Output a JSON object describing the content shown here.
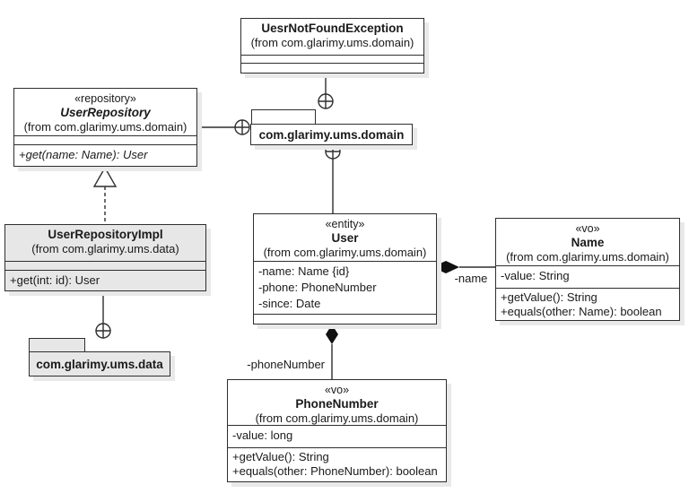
{
  "diagram": {
    "classes": {
      "exception": {
        "name": "UesrNotFoundException",
        "from": "(from com.glarimy.ums.domain)"
      },
      "user_repository": {
        "stereotype": "«repository»",
        "name": "UserRepository",
        "from": "(from com.glarimy.ums.domain)",
        "operations": [
          "+get(name: Name): User"
        ]
      },
      "user_repository_impl": {
        "name": "UserRepositoryImpl",
        "from": "(from com.glarimy.ums.data)",
        "operations": [
          "+get(int: id): User"
        ]
      },
      "user": {
        "stereotype": "«entity»",
        "name": "User",
        "from": "(from com.glarimy.ums.domain)",
        "attributes": [
          "-name: Name {id}",
          "-phone: PhoneNumber",
          "-since: Date"
        ]
      },
      "name_vo": {
        "stereotype": "«vo»",
        "name": "Name",
        "from": "(from com.glarimy.ums.domain)",
        "attributes": [
          "-value: String"
        ],
        "operations": [
          "+getValue(): String",
          "+equals(other: Name): boolean"
        ]
      },
      "phone_vo": {
        "stereotype": "«vo»",
        "name": "PhoneNumber",
        "from": "(from com.glarimy.ums.domain)",
        "attributes": [
          "-value: long"
        ],
        "operations": [
          "+getValue(): String",
          "+equals(other: PhoneNumber): boolean"
        ]
      }
    },
    "packages": {
      "domain": {
        "name": "com.glarimy.ums.domain"
      },
      "data": {
        "name": "com.glarimy.ums.data"
      }
    },
    "edge_labels": {
      "name_role": "-name",
      "phone_role": "-phoneNumber"
    },
    "colors": {
      "line": "#2e2e2e",
      "class_fill": "#ffffff",
      "gray_fill": "#e7e7e7",
      "shadow": "#e9e9e9"
    }
  }
}
